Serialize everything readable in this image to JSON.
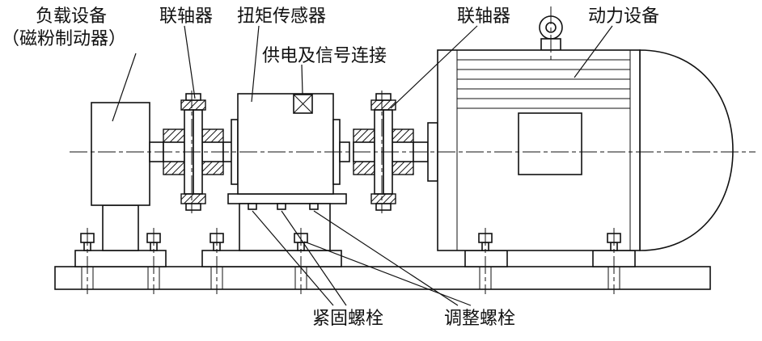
{
  "page": {
    "background_color": "#ffffff",
    "line_color": "#111111"
  },
  "diagram": {
    "type": "mechanical-assembly-drawing",
    "labels": {
      "load_device_line1": "负载设备",
      "load_device_line2": "（磁粉制动器）",
      "coupling_left": "联轴器",
      "torque_sensor": "扭矩传感器",
      "power_signal": "供电及信号连接",
      "coupling_right": "联轴器",
      "power_device": "动力设备",
      "fastening_bolt": "紧固螺栓",
      "adjust_bolt": "调整螺栓"
    }
  }
}
